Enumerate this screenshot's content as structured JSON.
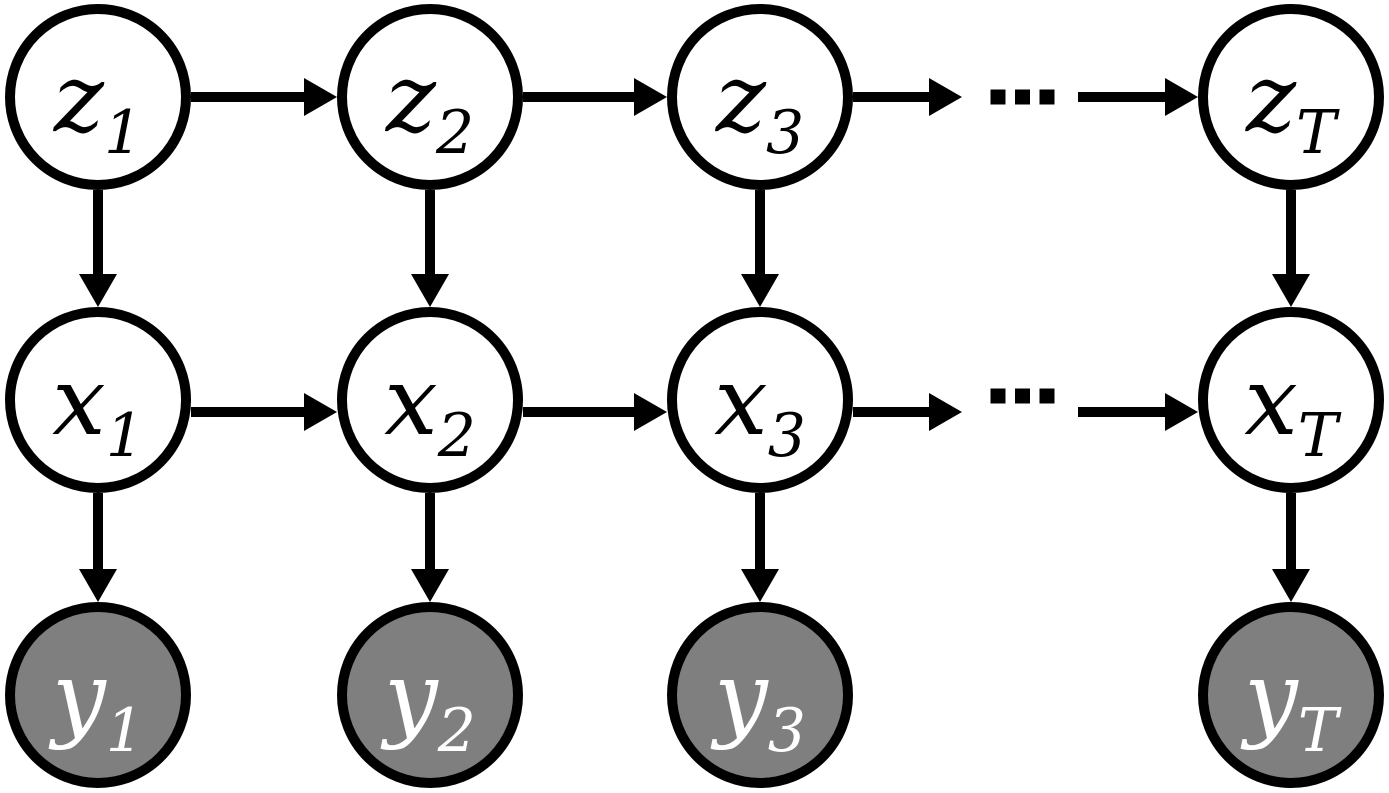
{
  "diagram": {
    "kind": "directed-graphical-model",
    "background": "#ffffff",
    "stroke_color": "#000000",
    "arrow_color": "#000000",
    "latent_fill": "#ffffff",
    "observed_fill": "#7f7f7f",
    "latent_label_color": "#000000",
    "observed_label_color": "#ffffff",
    "ellipsis_glyph": "···",
    "nodes": [
      {
        "id": "z1",
        "base": "z",
        "sub": "1",
        "row": "z",
        "col": 0,
        "observed": false
      },
      {
        "id": "z2",
        "base": "z",
        "sub": "2",
        "row": "z",
        "col": 1,
        "observed": false
      },
      {
        "id": "z3",
        "base": "z",
        "sub": "3",
        "row": "z",
        "col": 2,
        "observed": false
      },
      {
        "id": "zT",
        "base": "z",
        "sub": "T",
        "row": "z",
        "col": 3,
        "observed": false
      },
      {
        "id": "x1",
        "base": "x",
        "sub": "1",
        "row": "x",
        "col": 0,
        "observed": false
      },
      {
        "id": "x2",
        "base": "x",
        "sub": "2",
        "row": "x",
        "col": 1,
        "observed": false
      },
      {
        "id": "x3",
        "base": "x",
        "sub": "3",
        "row": "x",
        "col": 2,
        "observed": false
      },
      {
        "id": "xT",
        "base": "x",
        "sub": "T",
        "row": "x",
        "col": 3,
        "observed": false
      },
      {
        "id": "y1",
        "base": "y",
        "sub": "1",
        "row": "y",
        "col": 0,
        "observed": true
      },
      {
        "id": "y2",
        "base": "y",
        "sub": "2",
        "row": "y",
        "col": 1,
        "observed": true
      },
      {
        "id": "y3",
        "base": "y",
        "sub": "3",
        "row": "y",
        "col": 2,
        "observed": true
      },
      {
        "id": "yT",
        "base": "y",
        "sub": "T",
        "row": "y",
        "col": 3,
        "observed": true
      }
    ],
    "ellipses": [
      {
        "id": "dots_z",
        "row": "z",
        "between": [
          "z3",
          "zT"
        ]
      },
      {
        "id": "dots_x",
        "row": "x",
        "between": [
          "x3",
          "xT"
        ]
      }
    ],
    "edges": [
      {
        "from": "z1",
        "to": "z2"
      },
      {
        "from": "z2",
        "to": "z3"
      },
      {
        "from": "z3",
        "to": "dots_z"
      },
      {
        "from": "dots_z",
        "to": "zT"
      },
      {
        "from": "x1",
        "to": "x2"
      },
      {
        "from": "x2",
        "to": "x3"
      },
      {
        "from": "x3",
        "to": "dots_x"
      },
      {
        "from": "dots_x",
        "to": "xT"
      },
      {
        "from": "z1",
        "to": "x1"
      },
      {
        "from": "z2",
        "to": "x2"
      },
      {
        "from": "z3",
        "to": "x3"
      },
      {
        "from": "zT",
        "to": "xT"
      },
      {
        "from": "x1",
        "to": "y1"
      },
      {
        "from": "x2",
        "to": "y2"
      },
      {
        "from": "x3",
        "to": "y3"
      },
      {
        "from": "xT",
        "to": "yT"
      }
    ]
  }
}
